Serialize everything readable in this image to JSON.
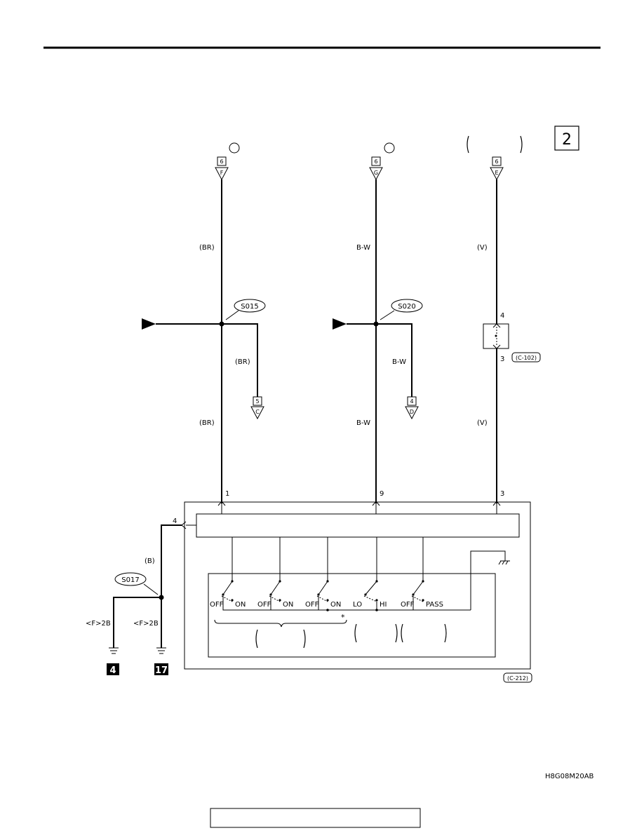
{
  "page_marker": "2",
  "connectors_top": [
    {
      "num": "6",
      "letter": "F",
      "wire": "(BR)"
    },
    {
      "num": "6",
      "letter": "G",
      "wire": "B-W"
    },
    {
      "num": "6",
      "letter": "E",
      "wire": "(V)"
    }
  ],
  "splices": {
    "s1": "S015",
    "s2": "S020",
    "s3": "S017"
  },
  "branch_connectors": [
    {
      "num": "5",
      "letter": "C",
      "wire": "(BR)"
    },
    {
      "num": "4",
      "letter": "D",
      "wire": "B-W"
    }
  ],
  "mid_wires": [
    "(BR)",
    "B-W",
    "(V)"
  ],
  "intermediate_connector": {
    "id": "(C-102)",
    "pin_top": "4",
    "pin_bottom": "3"
  },
  "pins": {
    "p1": "1",
    "p9": "9",
    "p3": "3",
    "p4": "4"
  },
  "ground_wire": "(B)",
  "switch_labels": [
    {
      "off": "OFF",
      "on": "ON"
    },
    {
      "off": "OFF",
      "on": "ON"
    },
    {
      "off": "OFF",
      "on": "ON"
    },
    {
      "off": "LO",
      "on": "HI"
    },
    {
      "off": "OFF",
      "on": "PASS"
    }
  ],
  "asterisk": "*",
  "grounds": [
    {
      "ref": "<F>2B",
      "num": "4"
    },
    {
      "ref": "<F>2B",
      "num": "17"
    }
  ],
  "switch_connector": "(C-212)",
  "figure_code": "H8G08M20AB"
}
